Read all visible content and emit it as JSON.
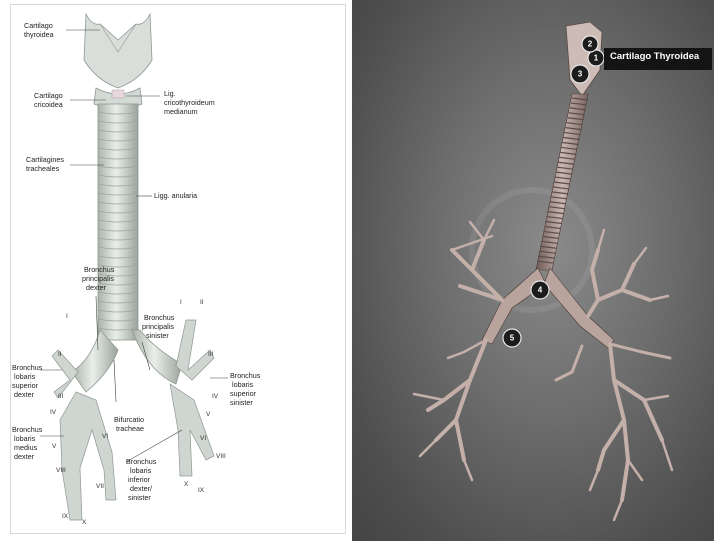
{
  "left_diagram": {
    "labels": {
      "cartilago_thyroidea": [
        "Cartilago",
        "thyroidea"
      ],
      "cartilago_cricoidea": [
        "Cartilago",
        "cricoidea"
      ],
      "lig_cricothyroideum": [
        "Lig.",
        "cricothyroideum",
        "medianum"
      ],
      "cartilagines_tracheales": [
        "Cartilagines",
        "tracheales"
      ],
      "ligg_anularia": [
        "Ligg. anularia"
      ],
      "bronchus_principalis_dexter": [
        "Bronchus",
        "principalis",
        "dexter"
      ],
      "bronchus_principalis_sinister": [
        "Bronchus",
        "principalis",
        "sinister"
      ],
      "bronchus_lobaris_superior_dexter": [
        "Bronchus",
        "lobaris",
        "superior",
        "dexter"
      ],
      "bronchus_lobaris_superior_sinister": [
        "Bronchus",
        "lobaris",
        "superior",
        "sinister"
      ],
      "bronchus_lobaris_medius_dexter": [
        "Bronchus",
        "lobaris",
        "medius",
        "dexter"
      ],
      "bifurcatio_tracheae": [
        "Bifurcatio",
        "tracheae"
      ],
      "bronchus_lobaris_inferior": [
        "Bronchus",
        "lobaris",
        "inferior",
        "dexter/",
        "sinister"
      ]
    },
    "segments": {
      "right_upper": [
        "I",
        "II",
        "III"
      ],
      "left_upper": [
        "I",
        "II",
        "III",
        "IV",
        "V"
      ],
      "right_mid": [
        "IV",
        "V"
      ],
      "right_lower": [
        "VI",
        "VII",
        "VIII",
        "IX",
        "X"
      ],
      "left_lower": [
        "VI",
        "VIII",
        "IX",
        "X"
      ]
    }
  },
  "right_viewer": {
    "tooltip": "Cartilago Thyroidea",
    "markers": [
      "1",
      "2",
      "3",
      "4",
      "5"
    ]
  }
}
